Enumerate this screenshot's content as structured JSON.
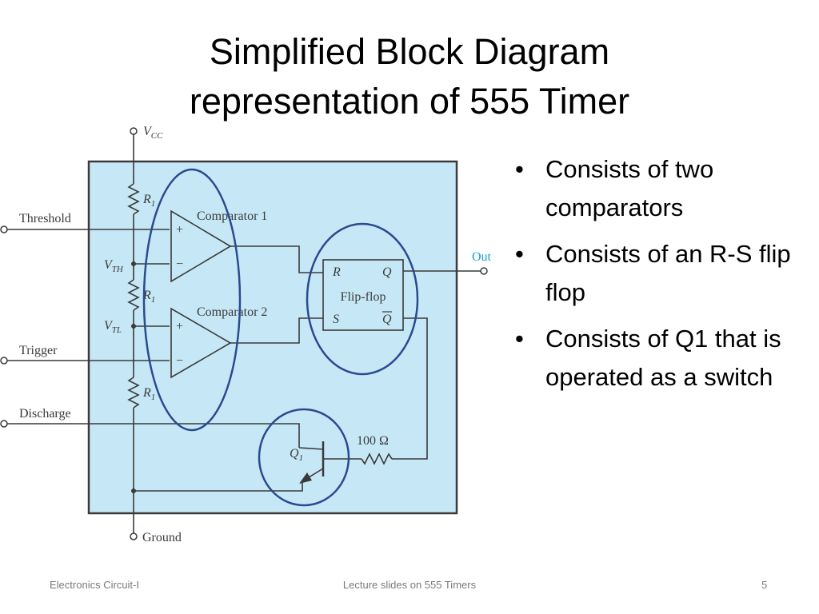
{
  "slide": {
    "title_line1": "Simplified Block Diagram",
    "title_line2": "representation of 555 Timer"
  },
  "diagram": {
    "vcc": "V",
    "vcc_sub": "CC",
    "threshold": "Threshold",
    "trigger": "Trigger",
    "discharge": "Discharge",
    "ground": "Ground",
    "out": "Out",
    "r1_label": "R",
    "r1_sub": "1",
    "vth": "V",
    "vth_sub": "TH",
    "vtl": "V",
    "vtl_sub": "TL",
    "comparator1": "Comparator 1",
    "comparator2": "Comparator 2",
    "plus": "+",
    "minus": "−",
    "flipflop": "Flip-flop",
    "ff_r": "R",
    "ff_s": "S",
    "ff_q": "Q",
    "ff_qbar": "Q",
    "q1": "Q",
    "q1_sub": "1",
    "resistor_100": "100 Ω",
    "colors": {
      "chip_fill": "#c6e8f6",
      "chip_border": "#3a3a3a",
      "highlight_ellipse": "#2b4a8f",
      "out_label": "#1aa3d6"
    }
  },
  "bullets": [
    "Consists of two comparators",
    "Consists of an R-S flip flop",
    "Consists of Q1 that is operated as a switch"
  ],
  "footer": {
    "left": "Electronics Circuit-I",
    "center": "Lecture slides on 555 Timers",
    "right": "5"
  }
}
